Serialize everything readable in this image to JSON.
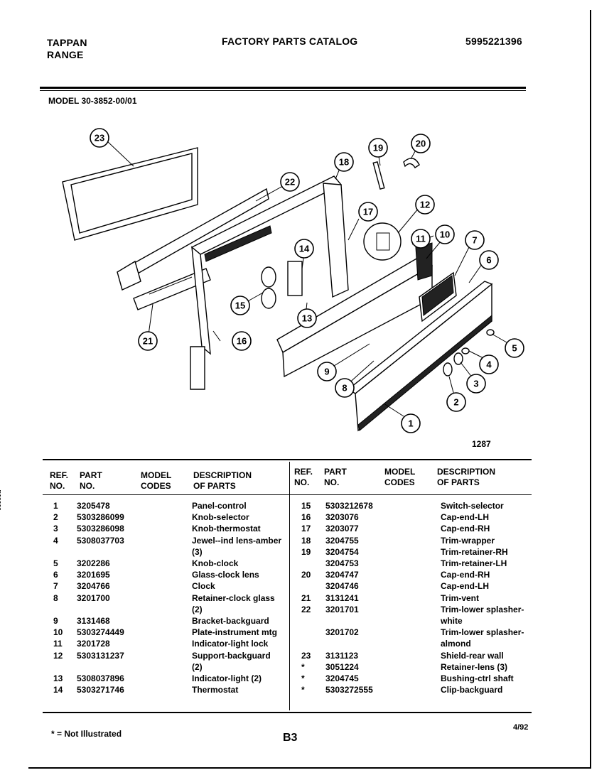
{
  "header": {
    "brand_line1": "TAPPAN",
    "brand_line2": "RANGE",
    "title": "FACTORY PARTS CATALOG",
    "catalog_number": "5995221396"
  },
  "model_label": "MODEL  30-3852-00/01",
  "figure_code": "1287",
  "callouts": [
    "1",
    "2",
    "3",
    "4",
    "5",
    "6",
    "7",
    "8",
    "9",
    "10",
    "11",
    "12",
    "13",
    "14",
    "15",
    "16",
    "17",
    "18",
    "19",
    "20",
    "21",
    "22",
    "23"
  ],
  "table_headers": {
    "ref": "REF.\nNO.",
    "part": "PART\nNO.",
    "model": "MODEL\nCODES",
    "desc": "DESCRIPTION\nOF PARTS"
  },
  "left_rows": [
    {
      "ref": "1",
      "part": "3205478",
      "desc": "Panel-control"
    },
    {
      "ref": "2",
      "part": "5303286099",
      "desc": "Knob-selector"
    },
    {
      "ref": "3",
      "part": "5303286098",
      "desc": "Knob-thermostat"
    },
    {
      "ref": "4",
      "part": "5308037703",
      "desc": "Jewel--ind lens-amber"
    },
    {
      "ref": "",
      "part": "",
      "desc": "(3)"
    },
    {
      "ref": "5",
      "part": "3202286",
      "desc": "Knob-clock"
    },
    {
      "ref": "6",
      "part": "3201695",
      "desc": "Glass-clock lens"
    },
    {
      "ref": "7",
      "part": "3204766",
      "desc": "Clock"
    },
    {
      "ref": "8",
      "part": "3201700",
      "desc": "Retainer-clock glass"
    },
    {
      "ref": "",
      "part": "",
      "desc": "(2)"
    },
    {
      "ref": "9",
      "part": "3131468",
      "desc": "Bracket-backguard"
    },
    {
      "ref": "10",
      "part": "5303274449",
      "desc": "Plate-instrument mtg"
    },
    {
      "ref": "11",
      "part": "3201728",
      "desc": "Indicator-light lock"
    },
    {
      "ref": "12",
      "part": "5303131237",
      "desc": "Support-backguard"
    },
    {
      "ref": "",
      "part": "",
      "desc": "(2)"
    },
    {
      "ref": "13",
      "part": "5308037896",
      "desc": "Indicator-light (2)"
    },
    {
      "ref": "14",
      "part": "5303271746",
      "desc": "Thermostat"
    }
  ],
  "right_rows": [
    {
      "ref": "15",
      "part": "5303212678",
      "desc": "Switch-selector"
    },
    {
      "ref": "16",
      "part": "3203076",
      "desc": "Cap-end-LH"
    },
    {
      "ref": "17",
      "part": "3203077",
      "desc": "Cap-end-RH"
    },
    {
      "ref": "18",
      "part": "3204755",
      "desc": "Trim-wrapper"
    },
    {
      "ref": "19",
      "part": "3204754",
      "desc": "Trim-retainer-RH"
    },
    {
      "ref": "",
      "part": "3204753",
      "desc": "Trim-retainer-LH"
    },
    {
      "ref": "20",
      "part": "3204747",
      "desc": "Cap-end-RH"
    },
    {
      "ref": "",
      "part": "3204746",
      "desc": "Cap-end-LH"
    },
    {
      "ref": "21",
      "part": "3131241",
      "desc": "Trim-vent"
    },
    {
      "ref": "22",
      "part": "3201701",
      "desc": "Trim-lower splasher-"
    },
    {
      "ref": "",
      "part": "",
      "desc": "white"
    },
    {
      "ref": "",
      "part": "3201702",
      "desc": "Trim-lower splasher-"
    },
    {
      "ref": "",
      "part": "",
      "desc": "almond"
    },
    {
      "ref": "23",
      "part": "3131123",
      "desc": "Shield-rear wall"
    },
    {
      "ref": "*",
      "part": "3051224",
      "desc": "Retainer-lens (3)"
    },
    {
      "ref": "*",
      "part": "3204745",
      "desc": "Bushing-ctrl shaft"
    },
    {
      "ref": "*",
      "part": "5303272555",
      "desc": "Clip-backguard"
    }
  ],
  "footnote": "* = Not Illustrated",
  "page_number": "B3",
  "date": "4/92"
}
